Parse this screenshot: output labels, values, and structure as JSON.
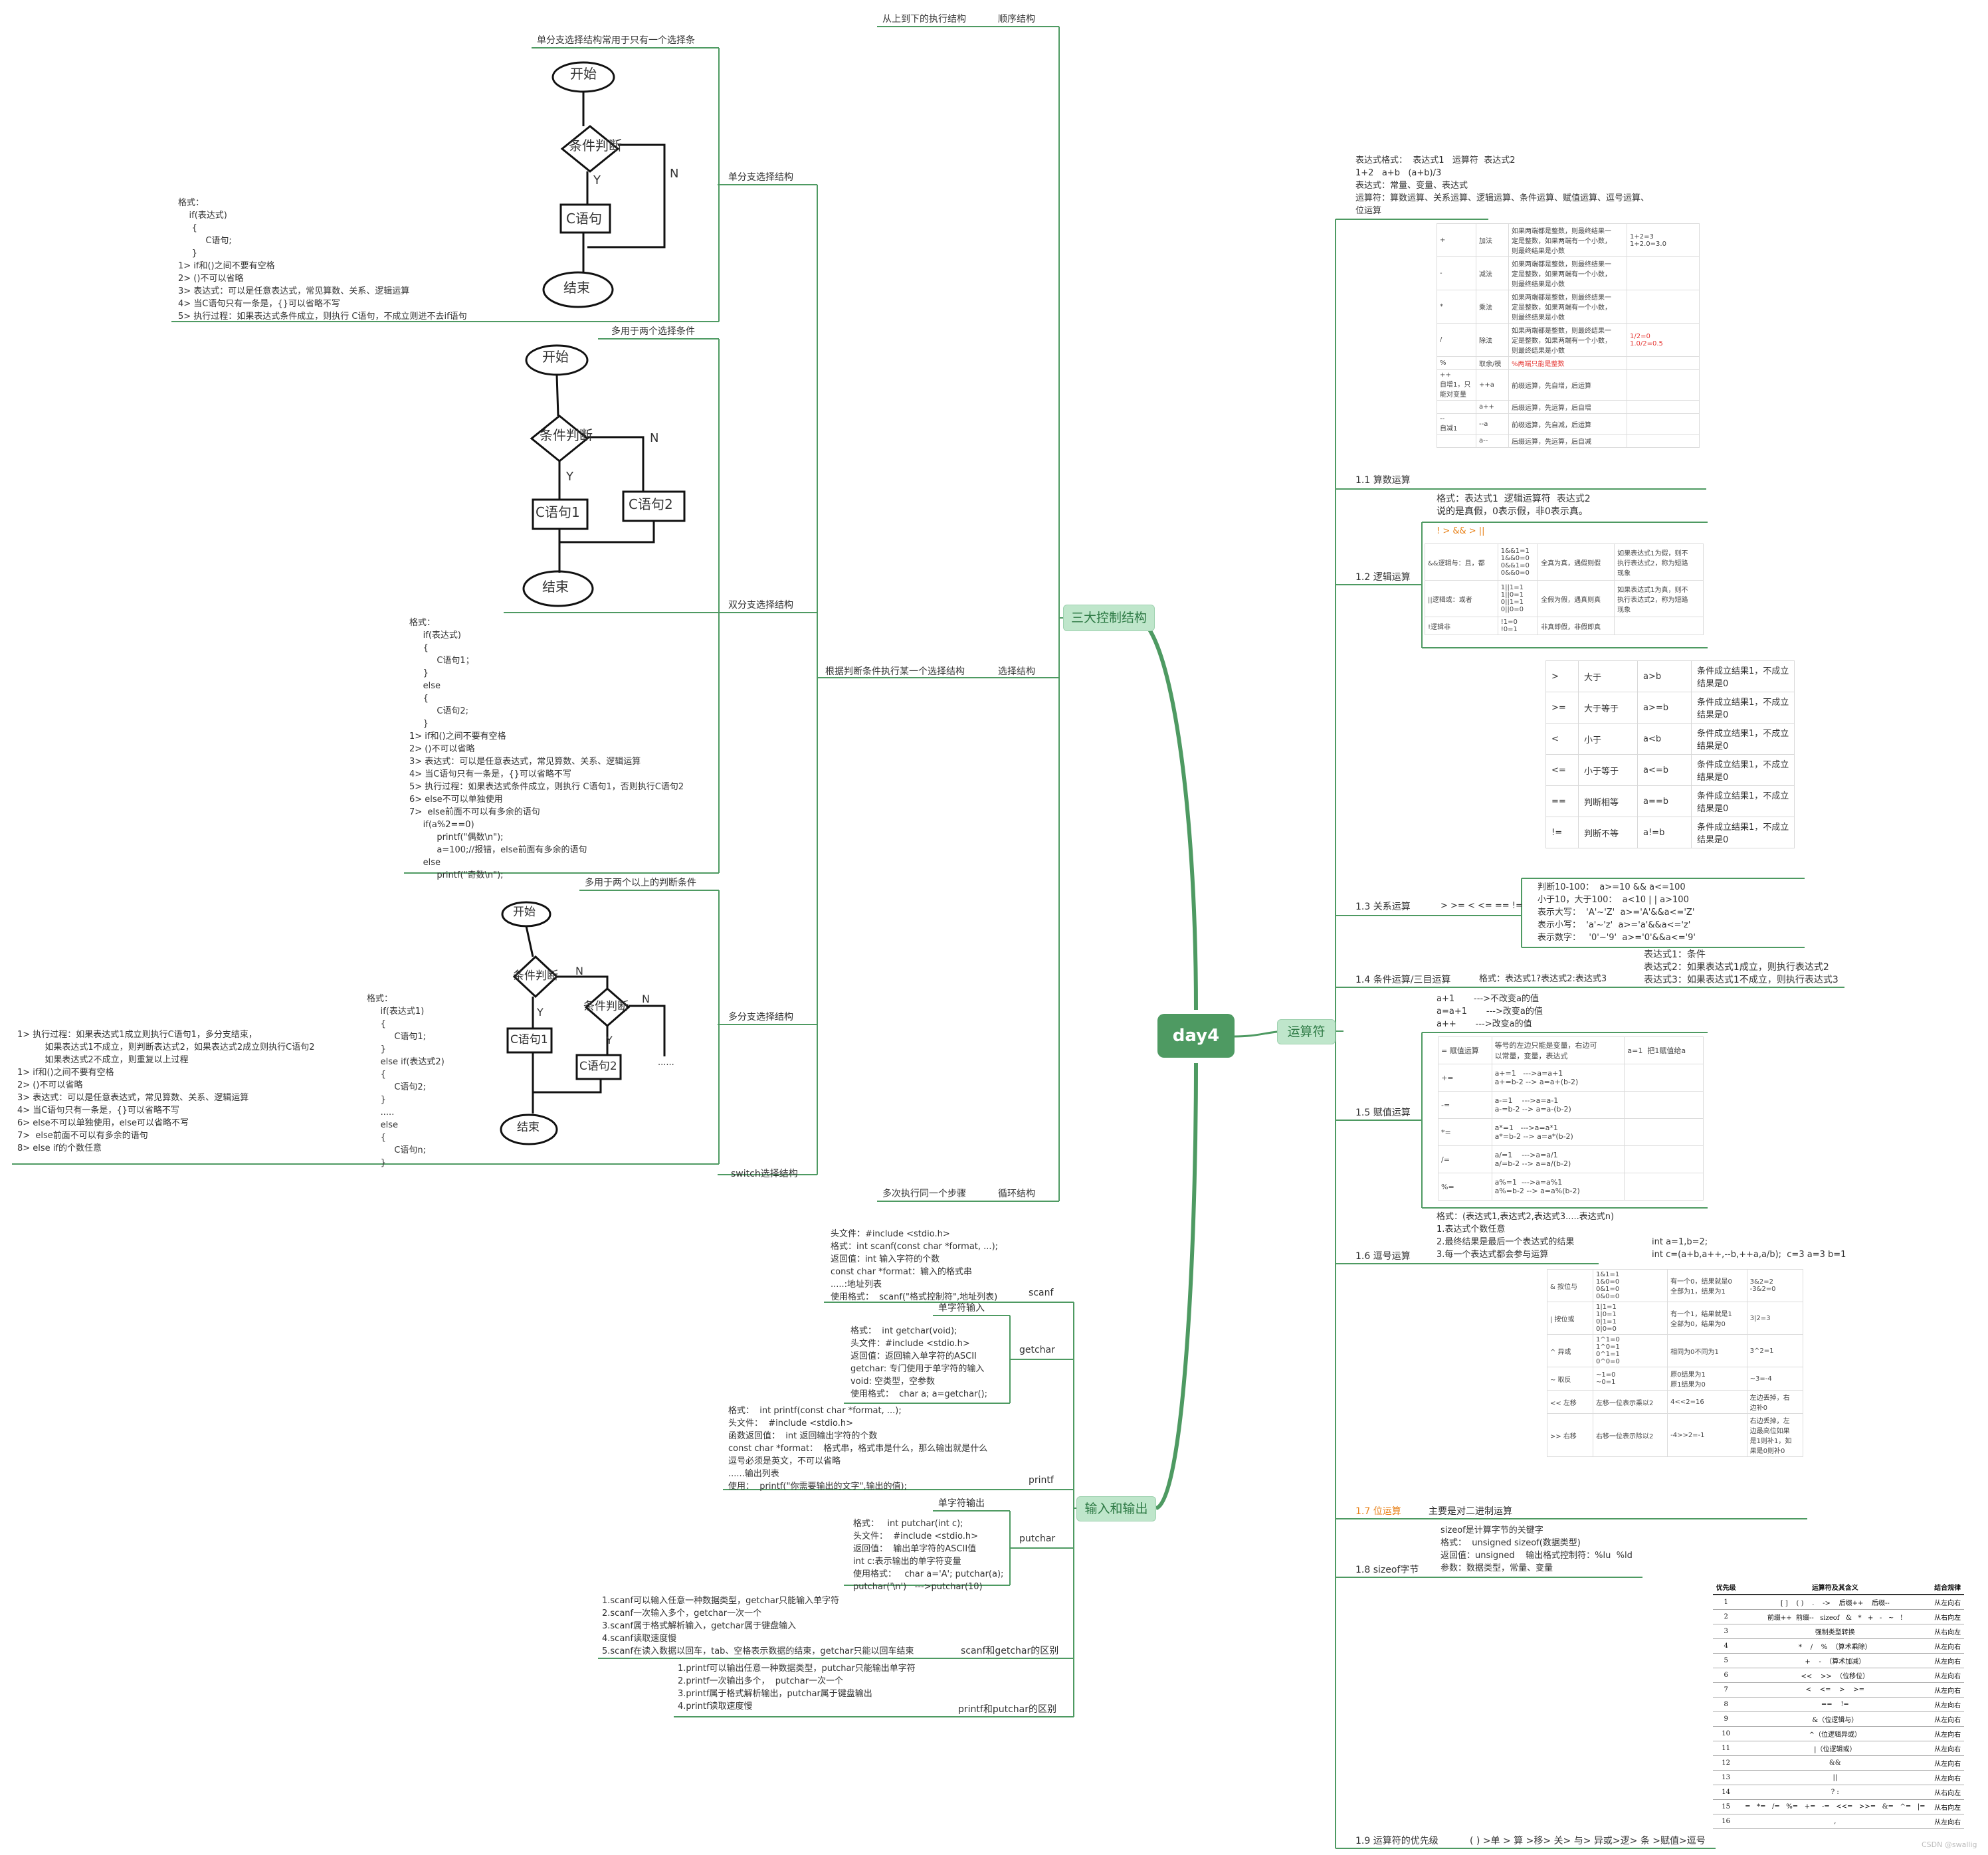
{
  "root": {
    "label": "day4"
  },
  "branches": {
    "control": "三大控制结构",
    "operators": "运算符",
    "io": "输入和输出"
  },
  "control": {
    "sequence": {
      "desc": "从上到下的执行结构",
      "name": "顺序结构"
    },
    "selection": {
      "desc": "根据判断条件执行某一个选择结构",
      "name": "选择结构"
    },
    "loop": {
      "desc": "多次执行同一个步骤",
      "name": "循环结构"
    },
    "single": {
      "name": "单分支选择结构",
      "note": "单分支选择结构常用于只有一个选择条",
      "format": "格式：\n    if(表达式)\n     {\n          C语句;\n     }\n1> if和()之间不要有空格\n2> ()不可以省略\n3> 表达式：可以是任意表达式，常见算数、关系、逻辑运算\n4> 当C语句只有一条是，{}可以省略不写\n5> 执行过程：如果表达式条件成立，则执行 C语句，不成立则进不去if语句",
      "flow": {
        "start": "开始",
        "cond": "条件判断",
        "y": "Y",
        "n": "N",
        "stmt": "C语句",
        "end": "结束"
      }
    },
    "double": {
      "name": "双分支选择结构",
      "note": "多用于两个选择条件",
      "format": "格式：\n     if(表达式)\n     {\n          C语句1；\n     }\n     else\n     {\n          C语句2;\n     }\n1> if和()之间不要有空格\n2> ()不可以省略\n3> 表达式：可以是任意表达式，常见算数、关系、逻辑运算\n4> 当C语句只有一条是，{}可以省略不写\n5> 执行过程：如果表达式条件成立，则执行 C语句1，否则执行C语句2\n6> else不可以单独使用\n7>  else前面不可以有多余的语句\n     if(a%2==0)\n          printf(\"偶数\\n\");\n          a=100;//报错，else前面有多余的语句\n     else\n          printf(\"奇数\\n\");",
      "flow": {
        "start": "开始",
        "cond": "条件判断",
        "y": "Y",
        "n": "N",
        "s1": "C语句1",
        "s2": "C语句2",
        "end": "结束"
      }
    },
    "multi": {
      "name": "多分支选择结构",
      "note": "多用于两个以上的判断条件",
      "format": "格式：\n     if(表达式1)\n     {\n          C语句1;\n     }\n     else if(表达式2)\n     {\n          C语句2;\n     }\n     .....\n     else\n     {\n          C语句n;\n     }",
      "desc": "1> 执行过程：如果表达式1成立则执行C语句1，多分支结束，\n          如果表达式1不成立，则判断表达式2，如果表达式2成立则执行C语句2\n          如果表达式2不成立，则重复以上过程\n1> if和()之间不要有空格\n2> ()不可以省略\n3> 表达式：可以是任意表达式，常见算数、关系、逻辑运算\n4> 当C语句只有一条是，{}可以省略不写\n6> else不可以单独使用，else可以省略不写\n7>  else前面不可以有多余的语句\n8> else if的个数任意",
      "flow": {
        "start": "开始",
        "cond1": "条件判断",
        "cond2": "条件判断",
        "y": "Y",
        "n": "N",
        "s1": "C语句1",
        "s2": "C语句2",
        "dots": "......",
        "end": "结束"
      }
    },
    "switch": {
      "name": "switch选择结构"
    }
  },
  "operators": {
    "intro": "表达式格式：  表达式1   运算符  表达式2\n1+2   a+b   (a+b)/3\n表达式：常量、变量、表达式\n运算符：算数运算、关系运算、逻辑运算、条件运算、赋值运算、逗号运算、\n位运算",
    "arith": {
      "name": "1.1 算数运算",
      "rows": [
        [
          "+",
          "加法",
          "如果两端都是整数，则最终结果一\n定是整数，如果两端有一个小数，\n则最终结果是小数",
          "1+2=3\n1+2.0=3.0"
        ],
        [
          "-",
          "减法",
          "如果两端都是整数，则最终结果一\n定是整数，如果两端有一个小数，\n则最终结果是小数",
          ""
        ],
        [
          "*",
          "乘法",
          "如果两端都是整数，则最终结果一\n定是整数，如果两端有一个小数，\n则最终结果是小数",
          ""
        ],
        [
          "/",
          "除法",
          "如果两端都是整数，则最终结果一\n定是整数，如果两端有一个小数，\n则最终结果是小数",
          "1/2=0\n1.0/2=0.5"
        ],
        [
          "%",
          "取余/模",
          "%两端只能是整数",
          ""
        ],
        [
          "++\n自增1，只\n能对变量",
          "++a",
          "前缀运算，先自增，后运算",
          ""
        ],
        [
          "",
          "a++",
          "后缀运算，先运算，后自增",
          ""
        ],
        [
          "--\n自减1",
          "--a",
          "前缀运算，先自减，后运算",
          ""
        ],
        [
          "",
          "a--",
          "后缀运算，先运算，后自减",
          ""
        ]
      ]
    },
    "logic": {
      "name": "1.2 逻辑运算",
      "format": "格式：表达式1  逻辑运算符  表达式2\n说的是真假，0表示假，非0表示真。",
      "ops": "! > && > ||",
      "rows": [
        [
          "&&逻辑与：且，都",
          "1&&1=1\n1&&0=0\n0&&1=0\n0&&0=0",
          "全真为真，遇假则假",
          "如果表达式1为假，则不\n执行表达式2，称为短路\n现象"
        ],
        [
          "||逻辑或：或者",
          "1||1=1\n1||0=1\n0||1=1\n0||0=0",
          "全假为假，遇真则真",
          "如果表达式1为真，则不\n执行表达式2，称为短路\n现象"
        ],
        [
          "!逻辑非",
          "!1=0\n!0=1",
          "非真即假，非假即真",
          ""
        ]
      ]
    },
    "relation": {
      "name": "1.3 关系运算",
      "ops": "> >= < <= == !=",
      "rows": [
        [
          ">",
          "大于",
          "a>b",
          "条件成立结果1，不成立\n结果是0"
        ],
        [
          ">=",
          "大于等于",
          "a>=b",
          "条件成立结果1，不成立\n结果是0"
        ],
        [
          "<",
          "小于",
          "a<b",
          "条件成立结果1，不成立\n结果是0"
        ],
        [
          "<=",
          "小于等于",
          "a<=b",
          "条件成立结果1，不成立\n结果是0"
        ],
        [
          "==",
          "判断相等",
          "a==b",
          "条件成立结果1，不成立\n结果是0"
        ],
        [
          "!=",
          "判断不等",
          "a!=b",
          "条件成立结果1，不成立\n结果是0"
        ]
      ],
      "examples": "判断10-100：  a>=10 && a<=100\n小于10，大于100：  a<10 | | a>100\n表示大写：  'A'~'Z'  a>='A'&&a<='Z'\n表示小写：  'a'~'z'  a>='a'&&a<='z'\n表示数字：   '0'~'9'  a>='0'&&a<='9'"
    },
    "cond": {
      "name": "1.4 条件运算/三目运算",
      "format": "格式：表达式1?表达式2:表达式3",
      "desc": "表达式1：条件\n表达式2：如果表达式1成立，则执行表达式2\n表达式3：如果表达式1不成立，则执行表达式3"
    },
    "assign": {
      "name": "1.5 赋值运算",
      "top": "a+1       --->不改变a的值\na=a+1       --->改变a的值\na++       --->改变a的值",
      "rows": [
        [
          "= 赋值运算",
          "等号的左边只能是变量，右边可\n以常量，变量，表达式",
          "a=1  把1赋值给a"
        ],
        [
          "+=",
          "a+=1   --->a=a+1\na+=b-2 --> a=a+(b-2)",
          ""
        ],
        [
          "-=",
          "a-=1    --->a=a-1\na-=b-2 --> a=a-(b-2)",
          ""
        ],
        [
          "*=",
          "a*=1   --->a=a*1\na*=b-2 --> a=a*(b-2)",
          ""
        ],
        [
          "/=",
          "a/=1    --->a=a/1\na/=b-2 --> a=a/(b-2)",
          ""
        ],
        [
          "%=",
          "a%=1  --->a=a%1\na%=b-2 --> a=a%(b-2)",
          ""
        ]
      ]
    },
    "comma": {
      "name": "1.6 逗号运算",
      "desc": "格式：(表达式1,表达式2,表达式3.....表达式n)\n1.表达式个数任意\n2.最终结果是最后一个表达式的结果\n3.每一个表达式都会参与运算",
      "example": "int a=1,b=2;\nint c=(a+b,a++,--b,++a,a/b);  c=3 a=3 b=1"
    },
    "bit": {
      "name": "1.7 位运算",
      "note": "主要是对二进制运算",
      "rows": [
        [
          "& 按位与",
          "1&1=1\n1&0=0\n0&1=0\n0&0=0",
          "有一个0，结果就是0\n全部为1，结果为1",
          "3&2=2\n-3&2=0"
        ],
        [
          "| 按位或",
          "1|1=1\n1|0=1\n0|1=1\n0|0=0",
          "有一个1，结果就是1\n全部为0，结果为0",
          "3|2=3"
        ],
        [
          "^ 异或",
          "1^1=0\n1^0=1\n0^1=1\n0^0=0",
          "相同为0不同为1",
          "3^2=1"
        ],
        [
          "~ 取反",
          "~1=0\n~0=1",
          "原0结果为1\n原1结果为0",
          "~3=-4"
        ],
        [
          "<< 左移",
          "左移一位表示乘以2",
          "4<<2=16",
          "左边丢掉，右\n边补0"
        ],
        [
          ">> 右移",
          "右移一位表示除以2",
          "-4>>2=-1",
          "右边丢掉，左\n边最高位如果\n是1则补1，如\n果是0则补0"
        ]
      ]
    },
    "sizeof": {
      "name": "1.8 sizeof字节",
      "desc": "sizeof是计算字节的关键字\n格式：  unsigned sizeof(数据类型)\n返回值：unsigned    输出格式控制符：%lu  %ld\n参数：数据类型，常量、变量"
    },
    "prio": {
      "name": "1.9 运算符的优先级",
      "summary": "( ) >单 > 算 >移> 关> 与> 异或>逻> 条 >赋值>逗号",
      "header": [
        "优先级",
        "运算符及其含义",
        "结合规律"
      ],
      "rows": [
        [
          "1",
          "[ ]    ( )    .    ->    后缀++    后缀--",
          "从左向右"
        ],
        [
          "2",
          "前缀++  前缀--   sizeof   &   *   +   -   ~   !",
          "从右向左"
        ],
        [
          "3",
          "强制类型转换",
          "从右向左"
        ],
        [
          "4",
          "*    /    %  （算术乘除）",
          "从左向右"
        ],
        [
          "5",
          "+    -  （算术加减）",
          "从左向右"
        ],
        [
          "6",
          "<<    >>  （位移位）",
          "从左向右"
        ],
        [
          "7",
          "<    <=    >    >=",
          "从左向右"
        ],
        [
          "8",
          "==    !=",
          "从左向右"
        ],
        [
          "9",
          "&（位逻辑与）",
          "从左向右"
        ],
        [
          "10",
          "^（位逻辑异或）",
          "从左向右"
        ],
        [
          "11",
          "|（位逻辑或）",
          "从左向右"
        ],
        [
          "12",
          "&&",
          "从左向右"
        ],
        [
          "13",
          "||",
          "从左向右"
        ],
        [
          "14",
          "? :",
          "从右向左"
        ],
        [
          "15",
          "=   *=   /=   %=   +=   -=   <<=   >>=   &=   ^=   |=",
          "从右向左"
        ],
        [
          "16",
          ",",
          "从左向右"
        ]
      ]
    }
  },
  "io": {
    "scanf": {
      "name": "scanf",
      "desc": "头文件：#include <stdio.h>\n格式：int scanf(const char *format, ...);\n返回值：int 输入字符的个数\nconst char *format：输入的格式串\n.....:地址列表\n使用格式：  scanf(\"格式控制符\",地址列表)"
    },
    "getchar": {
      "name": "getchar",
      "note": "单字符输入",
      "desc": "格式：  int getchar(void);\n头文件：#include <stdio.h>\n返回值：返回输入单字符的ASCII\ngetchar: 专门使用于单字符的输入\nvoid: 空类型，空参数\n使用格式：  char a; a=getchar();"
    },
    "printf": {
      "name": "printf",
      "desc": "格式：  int printf(const char *format, ...);\n头文件：  #include <stdio.h>\n函数返回值：  int 返回输出字符的个数\nconst char *format：  格式串，格式串是什么，那么输出就是什么\n逗号必须是英文，不可以省略\n......输出列表\n使用：  printf(\"你需要输出的文字\",输出的值);"
    },
    "putchar": {
      "name": "putchar",
      "note": "单字符输出",
      "desc": "格式：   int putchar(int c);\n头文件：  #include <stdio.h>\n返回值：  输出单字符的ASCII值\nint c:表示输出的单字符变量\n使用格式：   char a='A'; putchar(a);\nputchar('\\n')   --->putchar(10)"
    },
    "diff1": {
      "name": "scanf和getchar的区别",
      "desc": "1.scanf可以输入任意一种数据类型，getchar只能输入单字符\n2.scanf一次输入多个，getchar一次一个\n3.scanf属于格式解析输入，getchar属于键盘输入\n4.scanf读取速度慢\n5.scanf在读入数据以回车，tab、空格表示数据的结束，getchar只能以回车结束"
    },
    "diff2": {
      "name": "printf和putchar的区别",
      "desc": "1.printf可以输出任意一种数据类型，putchar只能输出单字符\n2.printf一次输出多个，  putchar一次一个\n3.printf属于格式解析输出，putchar属于键盘输出\n4.printf读取速度慢"
    }
  },
  "watermark": "CSDN @swallig",
  "colors": {
    "line": "#4e9a62",
    "root_bg": "#4e9a62",
    "sub_bg": "#bfe6cb",
    "sub_text": "#2e7a45",
    "accent": "#e8821a"
  }
}
